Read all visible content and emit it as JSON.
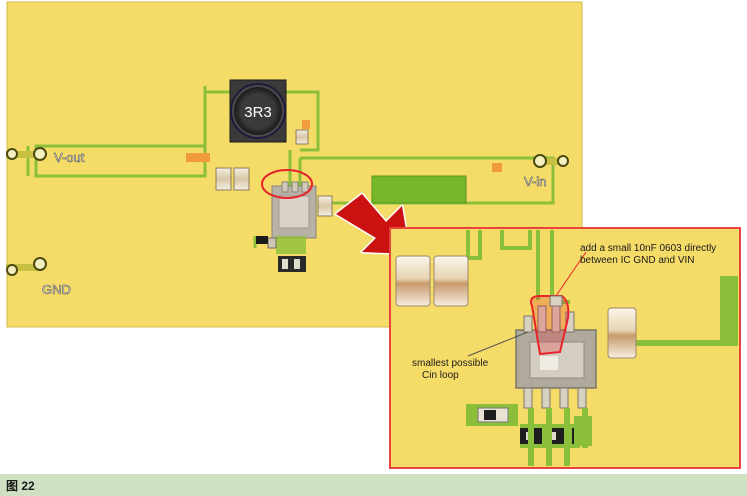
{
  "figure": {
    "caption": "图 22",
    "inductor_label": "3R3",
    "labels": {
      "vout": "V-out",
      "vin": "V-in",
      "gnd": "GND"
    },
    "zoom": {
      "annotation_cap": "add a small 10nF 0603 directly between IC GND and VIN",
      "annotation_cap_line1": "add a small 10nF 0603 directly",
      "annotation_cap_line2": "between IC GND and VIN",
      "annotation_loop": "smallest possible Cin loop",
      "annotation_loop_line1": "smallest possible",
      "annotation_loop_line2": "Cin loop"
    },
    "colors": {
      "board": "#f5dc68",
      "trace": "#8bbf3a",
      "highlight": "#e8232a",
      "arrow": "#cc1111"
    }
  }
}
